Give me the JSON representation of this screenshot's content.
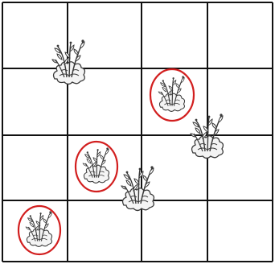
{
  "board": {
    "rows": 4,
    "cols": 4,
    "colors": {
      "background": "#ffffff",
      "grid": "#111111",
      "plant_stroke": "#3a3a3a",
      "highlight": "#d21f1f"
    }
  },
  "plants": [
    {
      "id": "plant-1",
      "icon": "plant-icon",
      "row": 1,
      "col": 1,
      "circled": false
    },
    {
      "id": "plant-2",
      "icon": "plant-icon",
      "row": 2,
      "col": 3,
      "circled": true
    },
    {
      "id": "plant-3",
      "icon": "plant-icon",
      "row": 2,
      "col": 3,
      "circled": false
    },
    {
      "id": "plant-4",
      "icon": "plant-icon",
      "row": 3,
      "col": 2,
      "circled": true
    },
    {
      "id": "plant-5",
      "icon": "plant-icon",
      "row": 3,
      "col": 2,
      "circled": false
    },
    {
      "id": "plant-6",
      "icon": "plant-icon",
      "row": 4,
      "col": 1,
      "circled": true
    }
  ]
}
